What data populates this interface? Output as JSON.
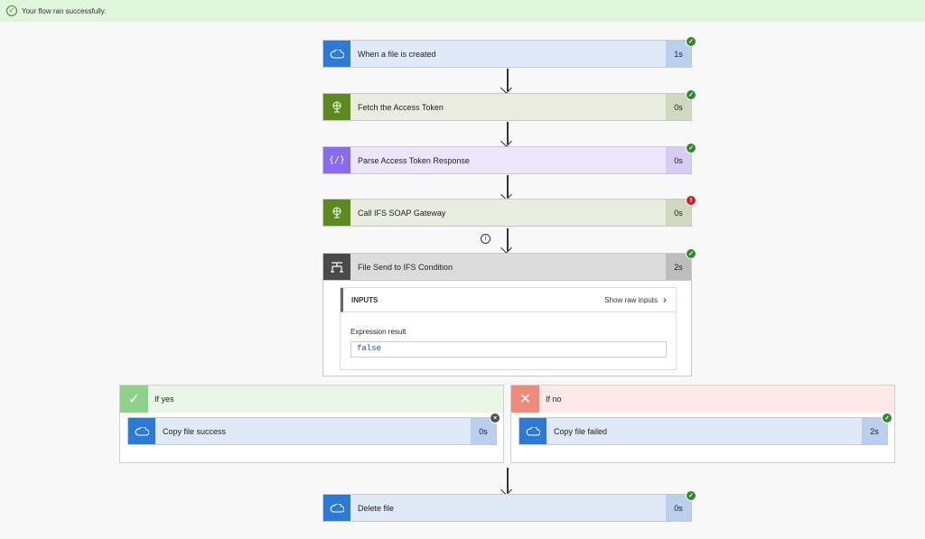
{
  "banner": {
    "text": "Your flow ran successfully."
  },
  "steps": [
    {
      "label": "When a file is created",
      "duration": "1s",
      "icon": "cloud-icon",
      "status": "success"
    },
    {
      "label": "Fetch the Access Token",
      "duration": "0s",
      "icon": "globe-icon",
      "status": "success"
    },
    {
      "label": "Parse Access Token Response",
      "duration": "0s",
      "icon": "braces-icon",
      "status": "success"
    },
    {
      "label": "Call IFS SOAP Gateway",
      "duration": "0s",
      "icon": "globe-icon",
      "status": "error"
    },
    {
      "label": "File Send to IFS Condition",
      "duration": "2s",
      "icon": "condition-icon",
      "status": "success"
    }
  ],
  "condition": {
    "inputs_title": "INPUTS",
    "show_raw": "Show raw inputs",
    "expression_label": "Expression result",
    "expression_value": "false"
  },
  "branches": {
    "yes": {
      "label": "If yes",
      "action": {
        "label": "Copy file success",
        "duration": "0s",
        "icon": "cloud-icon",
        "status": "skipped"
      }
    },
    "no": {
      "label": "If no",
      "action": {
        "label": "Copy file failed",
        "duration": "2s",
        "icon": "cloud-icon",
        "status": "success"
      }
    }
  },
  "final": {
    "label": "Delete file",
    "duration": "0s",
    "icon": "cloud-icon",
    "status": "success"
  },
  "colors": {
    "onedrive": "#2b7ad6",
    "http": "#5d8a1f",
    "parse": "#8a6bf0",
    "condition": "#4a4a4a",
    "success": "#2e8a2a",
    "error": "#d42020"
  }
}
